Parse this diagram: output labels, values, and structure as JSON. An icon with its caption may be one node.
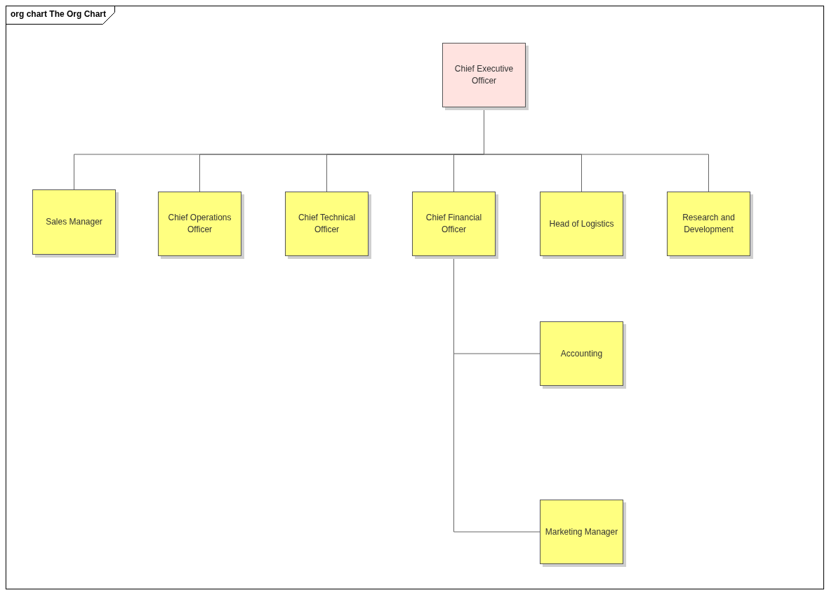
{
  "diagram": {
    "title": "org chart The Org Chart",
    "nodes": [
      {
        "text": [
          "Chief Executive Officer"
        ]
      },
      {
        "text": [
          "Sales Manager"
        ]
      },
      {
        "text": [
          "Chief Operations Officer"
        ]
      },
      {
        "text": [
          "Chief Technical Officer"
        ]
      },
      {
        "text": [
          "Chief Financial Officer"
        ]
      },
      {
        "text": [
          "Head of Logistics"
        ]
      },
      {
        "text": [
          "Research and Development"
        ]
      },
      {
        "text": [
          "Accounting"
        ]
      },
      {
        "text": [
          "Marketing Manager"
        ]
      }
    ],
    "edges": [
      {
        "from": 0,
        "to": 1,
        "arrow": "none"
      },
      {
        "from": 0,
        "to": 2,
        "arrow": "none"
      },
      {
        "from": 0,
        "to": 3,
        "arrow": "none"
      },
      {
        "from": 0,
        "to": 4,
        "arrow": "none"
      },
      {
        "from": 0,
        "to": 5,
        "arrow": "none"
      },
      {
        "from": 0,
        "to": 6,
        "arrow": "none"
      },
      {
        "from": 4,
        "to": 7,
        "arrow": "none"
      },
      {
        "from": 4,
        "to": 8,
        "arrow": "none"
      }
    ]
  }
}
